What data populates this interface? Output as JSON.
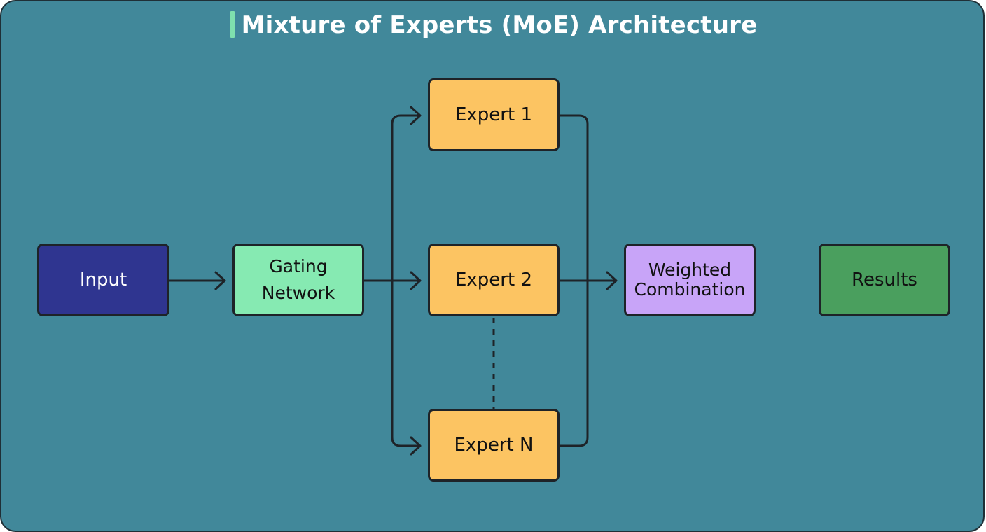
{
  "title": "Mixture of Experts (MoE) Architecture",
  "colors": {
    "background": "#41889a",
    "title_accent": "#7fe0ae",
    "wire": "#1e2328",
    "input_fill": "#2f3590",
    "gating_fill": "#86eab2",
    "expert_fill": "#fcc462",
    "combination_fill": "#c8a4f8",
    "results_fill": "#4a9f5e"
  },
  "nodes": {
    "input": "Input",
    "gating_network": {
      "line1": "Gating",
      "line2": "Network"
    },
    "expert_1": "Expert 1",
    "expert_2": "Expert 2",
    "expert_n": "Expert N",
    "weighted_combination": {
      "line1": "Weighted",
      "line2": "Combination"
    },
    "results": "Results"
  }
}
